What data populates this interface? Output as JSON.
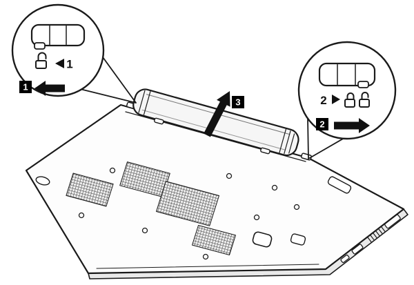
{
  "figure": {
    "background_color": "#ffffff",
    "line_color": "#1a1a1a",
    "badge_bg_color": "#000000",
    "badge_text_color": "#ffffff"
  },
  "callouts": {
    "unlock": {
      "badge": "1",
      "inline_label": "1",
      "arrow_direction": "left",
      "icons": [
        "triangle-left-icon",
        "padlock-open-icon",
        "thick-arrow-left-icon"
      ]
    },
    "lock": {
      "badge": "2",
      "inline_label": "2",
      "arrow_direction": "right",
      "icons": [
        "triangle-right-icon",
        "padlock-closed-icon",
        "padlock-open-icon",
        "thick-arrow-right-icon"
      ]
    },
    "remove": {
      "badge": "3",
      "arrow_direction": "up-right",
      "icons": [
        "thick-arrow-up-icon"
      ]
    }
  }
}
